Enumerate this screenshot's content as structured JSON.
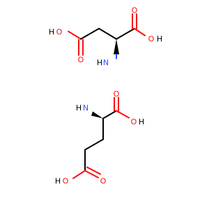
{
  "molecules": [
    {
      "name": "",
      "labels": {
        "acid_oh_left_h": "H",
        "acid_oh_left_o": "O",
        "carbonyl_left_o": "O",
        "acid_right_o": "O",
        "acid_oh_right_o": "O",
        "acid_oh_right_h": "H",
        "amine_h": "H",
        "amine_n": "N"
      }
    },
    {
      "name": "",
      "labels": {
        "amine_h": "H",
        "amine_n": "N",
        "carbonyl_top_o": "O",
        "acid_oh_top_o": "O",
        "acid_oh_top_h": "H",
        "acid_oh_bottom_h": "H",
        "acid_oh_bottom_o": "O",
        "carbonyl_bottom_o": "O"
      }
    }
  ],
  "colors": {
    "carbon_bond": "#000000",
    "oxygen": "#ff0d0d",
    "nitrogen": "#3050f8",
    "hydrogen": "#000000",
    "background": "#ffffff"
  }
}
